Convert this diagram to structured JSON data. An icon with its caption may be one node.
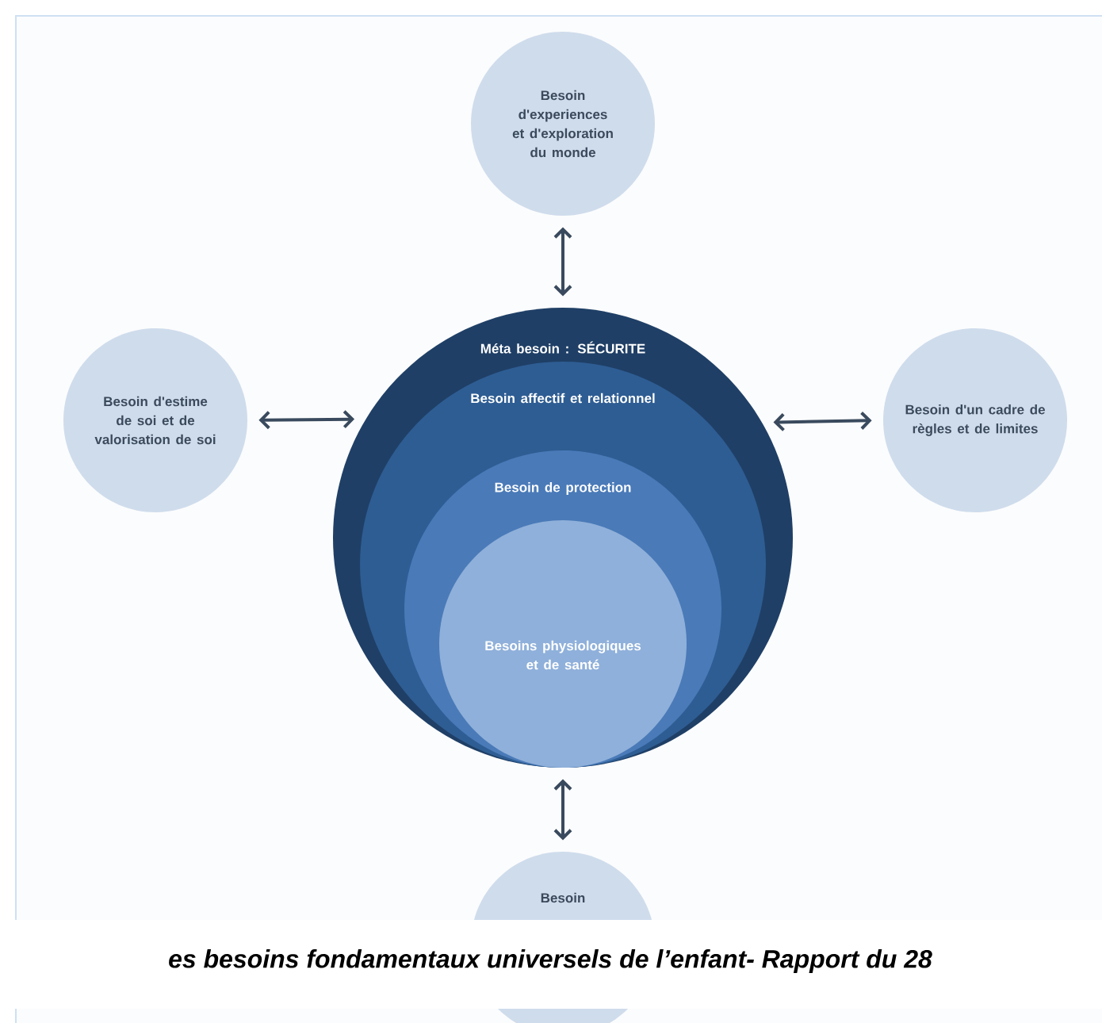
{
  "diagram": {
    "caption": "es besoins fondamentaux universels de l’enfant- Rapport du 28",
    "nodes": [
      {
        "text": [
          "Besoin d'experiences et d'exploration du monde"
        ]
      },
      {
        "text": [
          "Méta besoin : SÉCURITE"
        ]
      },
      {
        "text": [
          "Besoin affectif et relationnel"
        ],
        "in": 1
      },
      {
        "text": [
          "Besoin de protection"
        ],
        "in": 2
      },
      {
        "text": [
          "Besoins physiologiques et de santé"
        ],
        "in": 3
      },
      {
        "text": [
          "Besoin d'estime de soi et de valorisation de soi"
        ]
      },
      {
        "text": [
          "Besoin d'un cadre de règles et de limites"
        ]
      },
      {
        "text": [
          "Besoin"
        ]
      }
    ],
    "edges": [
      {
        "from": 0,
        "to": 1,
        "arrow": "both"
      },
      {
        "from": 5,
        "to": 1,
        "arrow": "both"
      },
      {
        "from": 6,
        "to": 1,
        "arrow": "both"
      },
      {
        "from": 1,
        "to": 7,
        "arrow": "both"
      }
    ]
  }
}
